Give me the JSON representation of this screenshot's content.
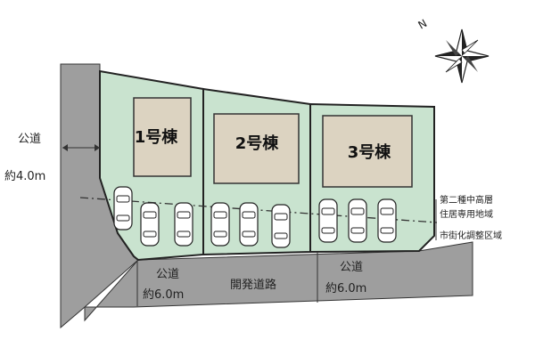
{
  "roads": {
    "west": {
      "line1": "公道",
      "line2": "約4.0m"
    },
    "south_left": {
      "line1": "公道",
      "line2": "約6.0m"
    },
    "south_center": "開発道路",
    "south_right": {
      "line1": "公道",
      "line2": "約6.0m"
    }
  },
  "lots": [
    {
      "building": "1号棟",
      "cars": 3
    },
    {
      "building": "2号棟",
      "cars": 3
    },
    {
      "building": "3号棟",
      "cars": 3
    }
  ],
  "zoning": {
    "upper_line1": "第二種中高層",
    "upper_line2": "住居専用地域",
    "lower": "市街化調整区域"
  },
  "compass": {
    "north_label": "N"
  },
  "colors": {
    "road": "#9e9e9e",
    "lot": "#c9e3cf",
    "building": "#dcd3c1",
    "outline": "#222222"
  }
}
